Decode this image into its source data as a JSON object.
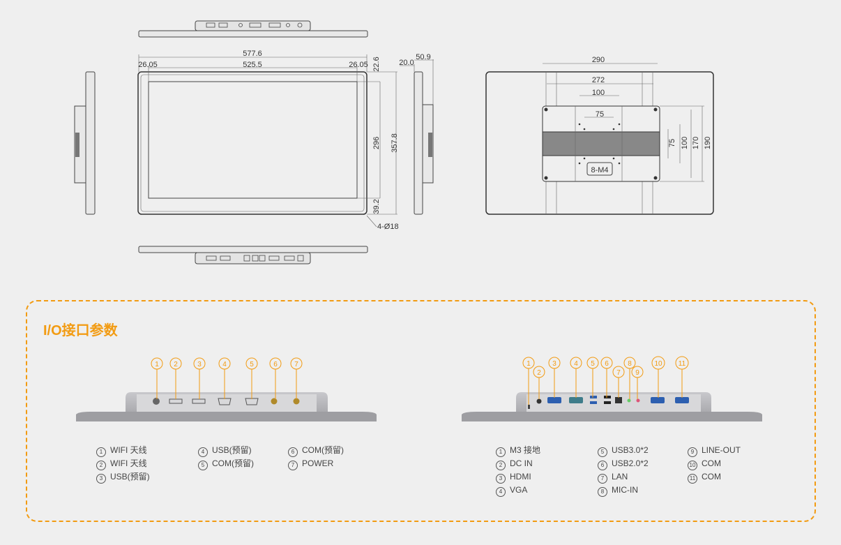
{
  "drawing": {
    "front": {
      "overall_width": "577.6",
      "screen_width": "525.5",
      "bezel_left": "26.05",
      "bezel_right": "26.05",
      "bezel_top": "22.6",
      "screen_height": "296",
      "overall_height": "357.8",
      "bezel_bottom": "39.2",
      "corner_holes": "4-Ø18"
    },
    "side": {
      "depth": "50.9",
      "panel_depth": "20.0"
    },
    "back": {
      "rail_outer": "290",
      "rail_inner": "272",
      "vesa_100_h": "100",
      "vesa_75_h": "75",
      "vesa_75_v": "75",
      "vesa_100_v": "100",
      "height_170": "170",
      "height_190": "190",
      "screws": "8-M4"
    }
  },
  "io": {
    "title": "I/O接口参数",
    "accent_color": "#f29b12",
    "left_panel": {
      "callouts": [
        "1",
        "2",
        "3",
        "4",
        "5",
        "6",
        "7"
      ],
      "legend": [
        {
          "num": "1",
          "label": "WIFI 天线"
        },
        {
          "num": "2",
          "label": "WIFI 天线"
        },
        {
          "num": "3",
          "label": "USB(预留)"
        },
        {
          "num": "4",
          "label": "USB(预留)"
        },
        {
          "num": "5",
          "label": "COM(预留)"
        },
        {
          "num": "6",
          "label": "COM(预留)"
        },
        {
          "num": "7",
          "label": "POWER"
        }
      ]
    },
    "right_panel": {
      "callouts": [
        "1",
        "2",
        "3",
        "4",
        "5",
        "6",
        "7",
        "8",
        "9",
        "10",
        "11"
      ],
      "legend": [
        {
          "num": "1",
          "label": "M3 接地"
        },
        {
          "num": "2",
          "label": "DC IN"
        },
        {
          "num": "3",
          "label": "HDMI"
        },
        {
          "num": "4",
          "label": "VGA"
        },
        {
          "num": "5",
          "label": "USB3.0*2"
        },
        {
          "num": "6",
          "label": "USB2.0*2"
        },
        {
          "num": "7",
          "label": "LAN"
        },
        {
          "num": "8",
          "label": "MIC-IN"
        },
        {
          "num": "9",
          "label": "LINE-OUT"
        },
        {
          "num": "10",
          "label": "COM"
        },
        {
          "num": "11",
          "label": "COM"
        }
      ]
    }
  }
}
